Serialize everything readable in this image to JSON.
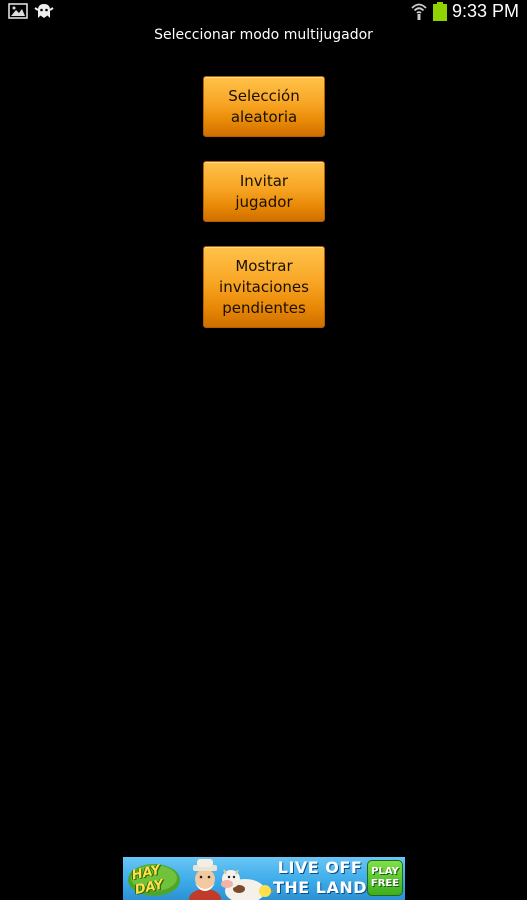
{
  "status_bar": {
    "time": "9:33 PM",
    "left_icons": [
      "image-icon",
      "ghost-icon"
    ],
    "right_icons": [
      "wifi-icon",
      "battery-icon"
    ],
    "battery_color": "#8fd400"
  },
  "page": {
    "title": "Seleccionar modo multijugador"
  },
  "menu": {
    "random": {
      "line1": "Selección",
      "line2": "aleatoria"
    },
    "invite": {
      "line1": "Invitar",
      "line2": "jugador"
    },
    "pending": {
      "line1": "Mostrar",
      "line2": "invitaciones",
      "line3": "pendientes"
    },
    "button_color": "#f8a524"
  },
  "ad": {
    "logo_line1": "HAY",
    "logo_line2": "DAY",
    "slogan_line1": "LIVE OFF",
    "slogan_line2": "THE LAND",
    "cta_line1": "PLAY",
    "cta_line2": "FREE"
  }
}
